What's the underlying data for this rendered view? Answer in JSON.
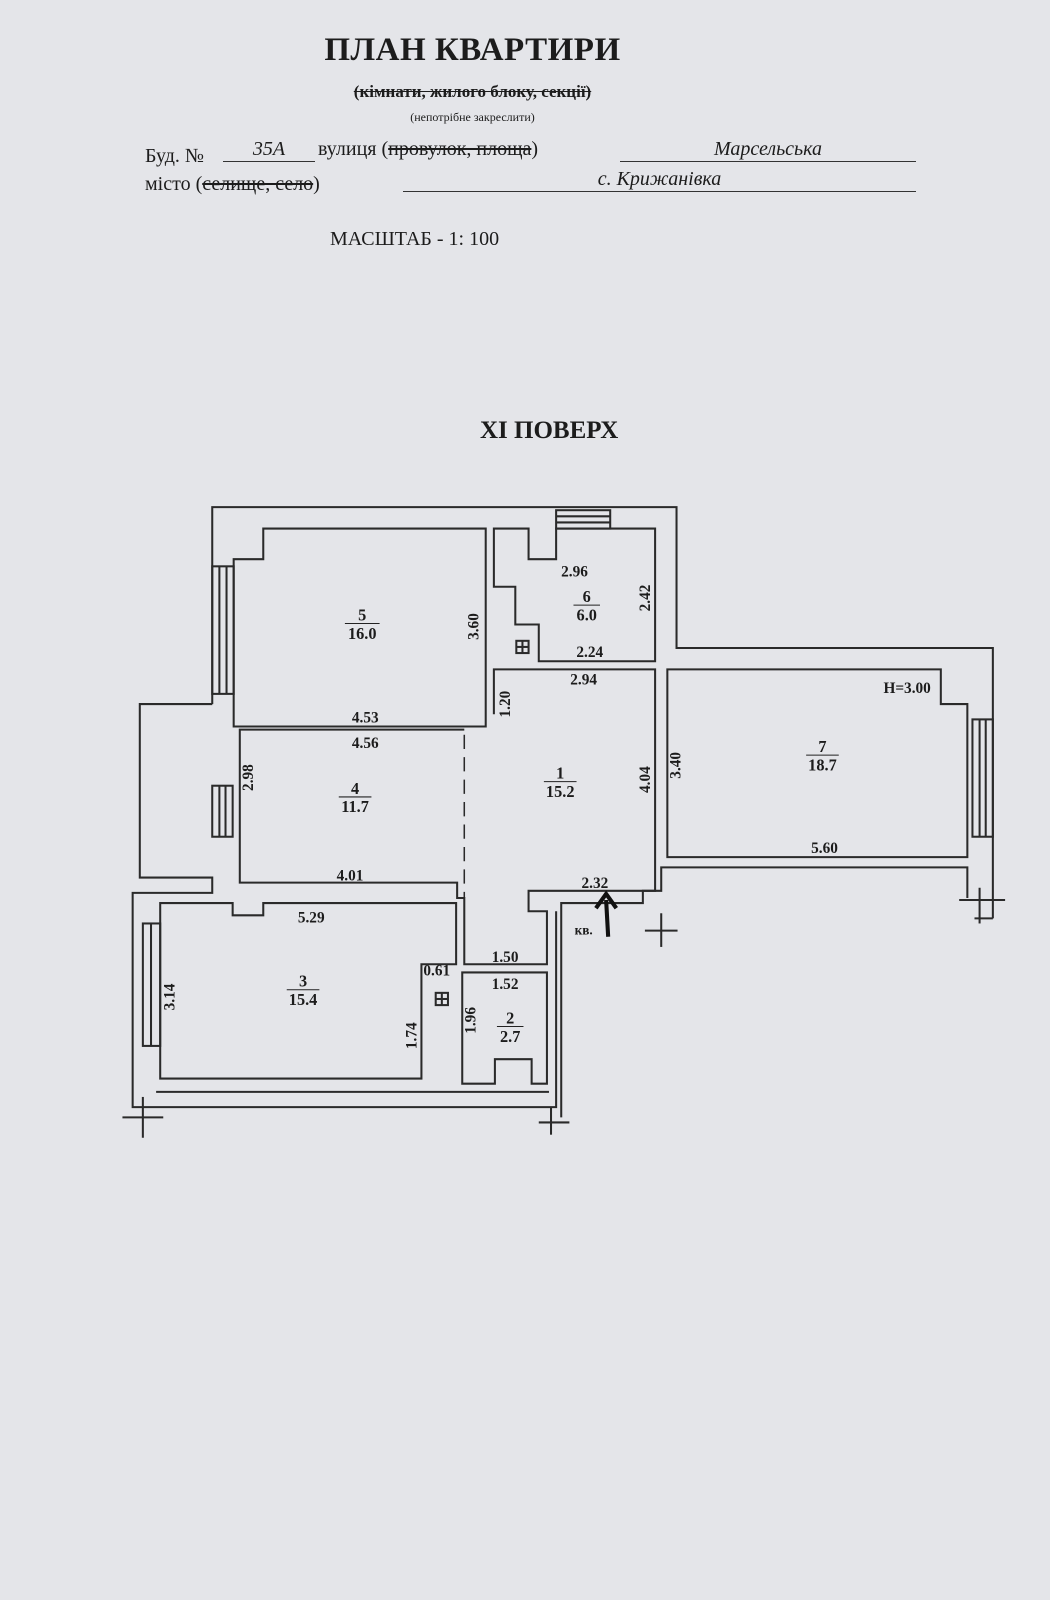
{
  "header": {
    "title": "ПЛАН КВАРТИРИ",
    "subtitle": "(кімнати, жилого блоку, секції)",
    "hint": "(непотрібне закреслити)",
    "building_label": "Буд. №",
    "building_number": "35А",
    "street_label": "вулиця (",
    "street_struck": "провулок, площа",
    "street_close": ")",
    "street_value": "Марсельська",
    "city_label": "місто (",
    "city_struck": "селище, село",
    "city_close": ")",
    "city_value": "с. Крижанівка",
    "scale": "МАСШТАБ - 1: 100"
  },
  "plan": {
    "floor_label": "ХІ ПОВЕРХ",
    "ceiling_height": "H=3.00",
    "apartment_label": "кв.",
    "rooms": [
      {
        "number": "1",
        "area": "15.2"
      },
      {
        "number": "2",
        "area": "2.7"
      },
      {
        "number": "3",
        "area": "15.4"
      },
      {
        "number": "4",
        "area": "11.7"
      },
      {
        "number": "5",
        "area": "16.0"
      },
      {
        "number": "6",
        "area": "6.0"
      },
      {
        "number": "7",
        "area": "18.7"
      }
    ],
    "dimensions": {
      "r6_top": "2.96",
      "r6_side": "2.42",
      "r6_bottom": "2.24",
      "r5_side": "3.60",
      "r5_bottom": "4.53",
      "r1_top": "2.94",
      "r1_corridor": "1.20",
      "r1_side": "4.04",
      "r1_bottom": "2.32",
      "r4_top": "4.56",
      "r4_side": "2.98",
      "r4_bottom": "4.01",
      "r3_top": "5.29",
      "r3_side": "3.14",
      "r3_notch": "0.61",
      "r3_notch_side": "1.74",
      "r2_top_outer": "1.50",
      "r2_top": "1.52",
      "r2_side": "1.96",
      "r7_side": "3.40",
      "r7_bottom": "5.60"
    }
  }
}
